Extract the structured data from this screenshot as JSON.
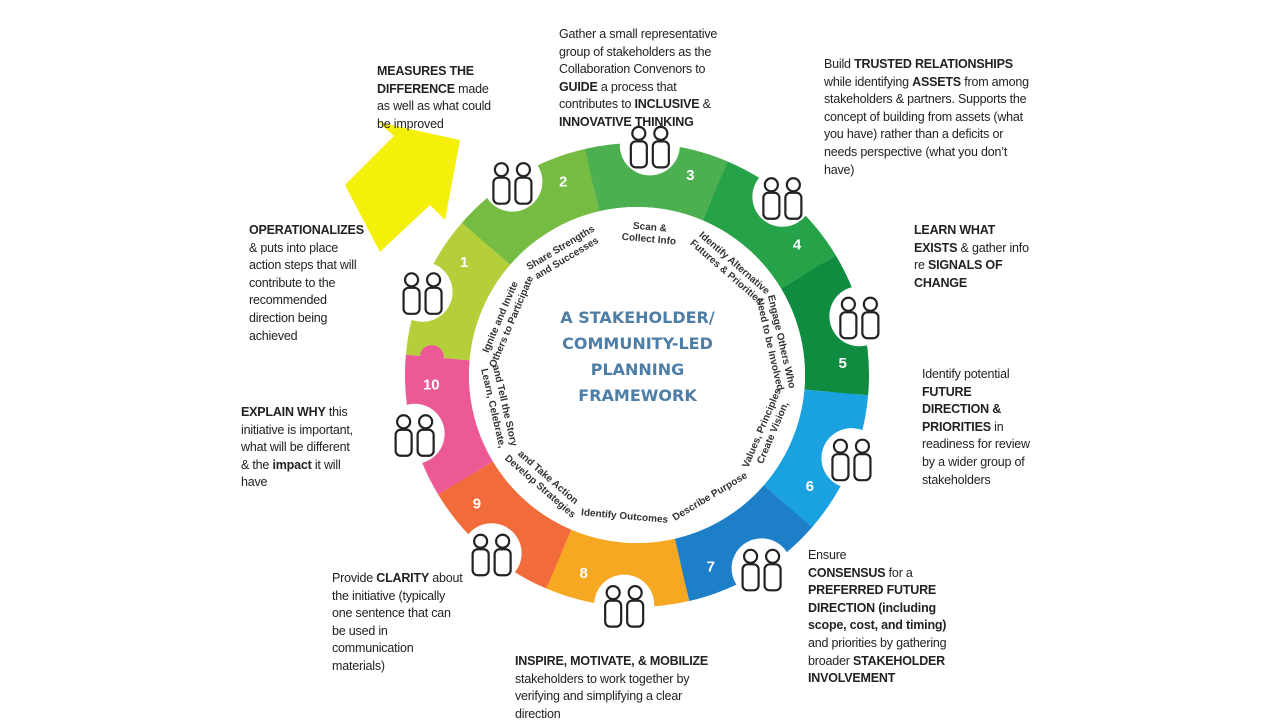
{
  "center_title": [
    "A STAKEHOLDER/",
    "COMMUNITY-LED",
    "PLANNING",
    "FRAMEWORK"
  ],
  "steps": [
    {
      "number": "1",
      "label": [
        "Ignite and Invite",
        "Others to Participate"
      ],
      "color": "#b4cf3a",
      "icon": "two-people-torch-icon"
    },
    {
      "number": "2",
      "label": [
        "Share Strengths",
        "and Successes"
      ],
      "color": "#76bc43",
      "icon": "people-lifting-barbell-icon"
    },
    {
      "number": "3",
      "label": [
        "Scan &",
        "Collect Info"
      ],
      "color": "#4caf50",
      "icon": "magnifying-glass-people-icon"
    },
    {
      "number": "4",
      "label": [
        "Identify Alternative",
        "Futures & Priorities"
      ],
      "color": "#26a248",
      "icon": "people-whiteboard-icon"
    },
    {
      "number": "5",
      "label": [
        "Engage Others Who",
        "Need to be Involved"
      ],
      "color": "#0f8c40",
      "icon": "people-megaphone-icon"
    },
    {
      "number": "6",
      "label": [
        "Create Vision,",
        "Values, Principles"
      ],
      "color": "#1aa2e0",
      "icon": "thinking-checkmark-icon"
    },
    {
      "number": "7",
      "label": [
        "Describe Purpose"
      ],
      "color": "#1c7fc8",
      "icon": "people-talking-icon"
    },
    {
      "number": "8",
      "label": [
        "Identify Outcomes"
      ],
      "color": "#f7a823",
      "icon": "question-mark-person-icon"
    },
    {
      "number": "9",
      "label": [
        "Develop Strategies",
        "and Take Action"
      ],
      "color": "#f26b3a",
      "icon": "people-arrow-icon"
    },
    {
      "number": "10",
      "label": [
        "Learn, Celebrate,",
        "and Tell the Story"
      ],
      "color": "#ec5a95",
      "icon": "people-reading-book-icon"
    }
  ],
  "notes": {
    "n1": [
      [
        {
          "t": "Gather a small representative"
        }
      ],
      [
        {
          "t": "group of stakeholders as the"
        }
      ],
      [
        {
          "t": "Collaboration Convenors to"
        }
      ],
      [
        {
          "t": "GUIDE",
          "b": true
        },
        {
          "t": " a process that"
        }
      ],
      [
        {
          "t": "contributes to "
        },
        {
          "t": "INCLUSIVE",
          "b": true
        },
        {
          "t": " &"
        }
      ],
      [
        {
          "t": "INNOVATIVE THINKING",
          "b": true
        }
      ]
    ],
    "n2": [
      [
        {
          "t": "Build "
        },
        {
          "t": "TRUSTED RELATIONSHIPS",
          "b": true
        }
      ],
      [
        {
          "t": "while identifying "
        },
        {
          "t": "ASSETS",
          "b": true
        },
        {
          "t": " from among"
        }
      ],
      [
        {
          "t": "stakeholders & partners. Supports the"
        }
      ],
      [
        {
          "t": "concept of building from assets (what"
        }
      ],
      [
        {
          "t": "you have) rather than a deficits or"
        }
      ],
      [
        {
          "t": "needs perspective (what you don’t"
        }
      ],
      [
        {
          "t": "have)"
        }
      ]
    ],
    "n3": [
      [
        {
          "t": "LEARN WHAT",
          "b": true
        }
      ],
      [
        {
          "t": "EXISTS",
          "b": true
        },
        {
          "t": " & gather info"
        }
      ],
      [
        {
          "t": "re "
        },
        {
          "t": "SIGNALS OF",
          "b": true
        }
      ],
      [
        {
          "t": "CHANGE",
          "b": true
        }
      ]
    ],
    "n4": [
      [
        {
          "t": "Identify potential"
        }
      ],
      [
        {
          "t": "FUTURE",
          "b": true
        }
      ],
      [
        {
          "t": "DIRECTION &",
          "b": true
        }
      ],
      [
        {
          "t": "PRIORITIES",
          "b": true
        },
        {
          "t": " in"
        }
      ],
      [
        {
          "t": "readiness for review"
        }
      ],
      [
        {
          "t": "by a wider group of"
        }
      ],
      [
        {
          "t": "stakeholders"
        }
      ]
    ],
    "n5": [
      [
        {
          "t": "Ensure"
        }
      ],
      [
        {
          "t": "CONSENSUS",
          "b": true
        },
        {
          "t": " for a"
        }
      ],
      [
        {
          "t": "PREFERRED FUTURE",
          "b": true
        }
      ],
      [
        {
          "t": "DIRECTION (including",
          "b": true
        }
      ],
      [
        {
          "t": "scope, cost, and timing)",
          "b": true
        }
      ],
      [
        {
          "t": "and priorities by gathering"
        }
      ],
      [
        {
          "t": "broader "
        },
        {
          "t": "STAKEHOLDER",
          "b": true
        }
      ],
      [
        {
          "t": "INVOLVEMENT",
          "b": true
        }
      ]
    ],
    "n6": [
      [
        {
          "t": "INSPIRE, MOTIVATE, & MOBILIZE",
          "b": true
        }
      ],
      [
        {
          "t": "stakeholders to work together by"
        }
      ],
      [
        {
          "t": "verifying and simplifying a clear"
        }
      ],
      [
        {
          "t": "direction"
        }
      ]
    ],
    "n7": [
      [
        {
          "t": "Provide "
        },
        {
          "t": "CLARITY",
          "b": true
        },
        {
          "t": " about"
        }
      ],
      [
        {
          "t": "the initiative (typically"
        }
      ],
      [
        {
          "t": "one sentence that can"
        }
      ],
      [
        {
          "t": "be used in"
        }
      ],
      [
        {
          "t": "communication"
        }
      ],
      [
        {
          "t": "materials)"
        }
      ]
    ],
    "n8": [
      [
        {
          "t": "EXPLAIN WHY",
          "b": true
        },
        {
          "t": " this"
        }
      ],
      [
        {
          "t": "initiative is important,"
        }
      ],
      [
        {
          "t": "what will be different"
        }
      ],
      [
        {
          "t": "& the "
        },
        {
          "t": "impact",
          "b": true
        },
        {
          "t": " it will"
        }
      ],
      [
        {
          "t": "have"
        }
      ]
    ],
    "n9": [
      [
        {
          "t": "OPERATIONALIZES",
          "b": true
        }
      ],
      [
        {
          "t": "& puts into place"
        }
      ],
      [
        {
          "t": "action steps that will"
        }
      ],
      [
        {
          "t": "contribute to the"
        }
      ],
      [
        {
          "t": "recommended"
        }
      ],
      [
        {
          "t": "direction being"
        }
      ],
      [
        {
          "t": "achieved"
        }
      ]
    ],
    "n10": [
      [
        {
          "t": "MEASURES THE",
          "b": true
        }
      ],
      [
        {
          "t": "DIFFERENCE",
          "b": true
        },
        {
          "t": " made"
        }
      ],
      [
        {
          "t": "as well as what could"
        }
      ],
      [
        {
          "t": "be improved"
        }
      ]
    ]
  },
  "colors": {
    "arrow": "#f5f00a",
    "center_text": "#4e7ea6",
    "number_text": "#ffffff"
  }
}
